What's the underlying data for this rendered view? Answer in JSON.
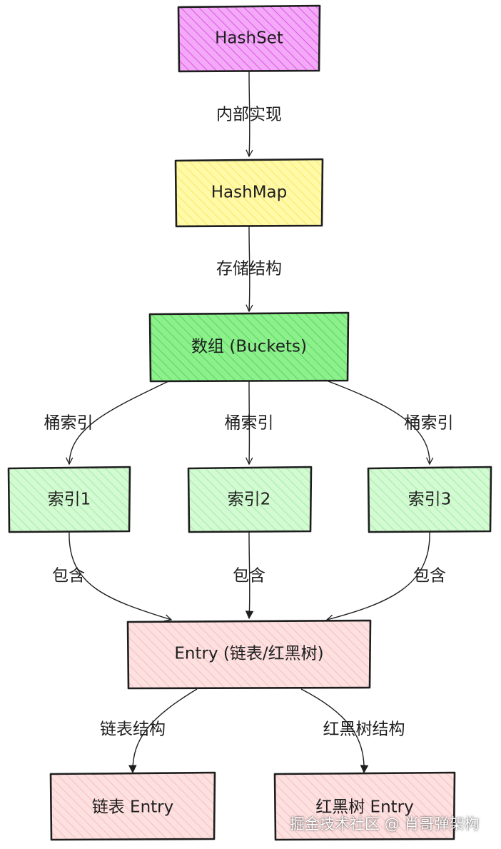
{
  "nodes": {
    "hashset": {
      "label": "HashSet",
      "color": "#e879f0"
    },
    "hashmap": {
      "label": "HashMap",
      "color": "#fff785"
    },
    "buckets": {
      "label": "数组 (Buckets)",
      "color": "#7be87b"
    },
    "index1": {
      "label": "索引1",
      "color": "#b9f5b9"
    },
    "index2": {
      "label": "索引2",
      "color": "#b9f5b9"
    },
    "index3": {
      "label": "索引3",
      "color": "#b9f5b9"
    },
    "entry": {
      "label": "Entry (链表/红黑树)",
      "color": "#fbd0d0"
    },
    "linked_entry": {
      "label": "链表 Entry",
      "color": "#fbd0d0"
    },
    "rbtree_entry": {
      "label": "红黑树 Entry",
      "color": "#fbd0d0"
    }
  },
  "edges": {
    "hashset_hashmap": "内部实现",
    "hashmap_buckets": "存储结构",
    "buckets_index1": "桶索引",
    "buckets_index2": "桶索引",
    "buckets_index3": "桶索引",
    "index1_entry": "包含",
    "index2_entry": "包含",
    "index3_entry": "包含",
    "entry_linked": "链表结构",
    "entry_rbtree": "红黑树结构"
  },
  "watermark": "掘金技术社区 @ 肖哥弹架构"
}
